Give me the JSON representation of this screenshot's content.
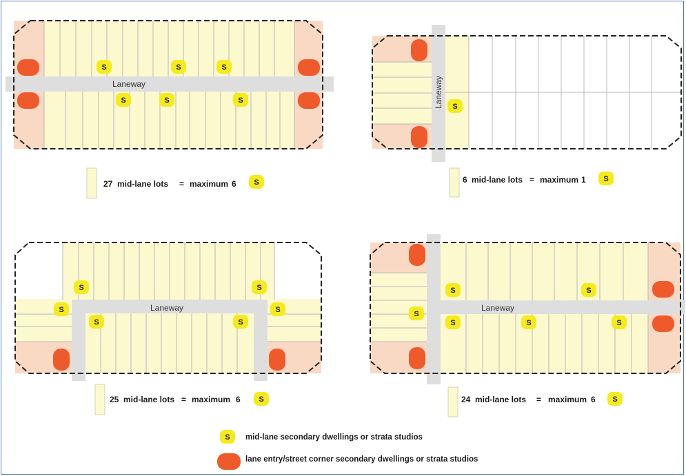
{
  "lane_label": "Laneway",
  "s_marker": "S",
  "blocks": [
    {
      "caption_count": "27",
      "caption_text": "mid-lane lots",
      "caption_equals": "=",
      "caption_max_text": "maximum",
      "caption_max": "6"
    },
    {
      "caption_count": "6",
      "caption_text": "mid-lane lots",
      "caption_equals": "=",
      "caption_max_text": "maximum",
      "caption_max": "1"
    },
    {
      "caption_count": "25",
      "caption_text": "mid-lane lots",
      "caption_equals": "=",
      "caption_max_text": "maximum",
      "caption_max": "6"
    },
    {
      "caption_count": "24",
      "caption_text": "mid-lane lots",
      "caption_equals": "=",
      "caption_max_text": "maximum",
      "caption_max": "6"
    }
  ],
  "legend": {
    "mid_lane": "mid-lane secondary dwellings or strata studios",
    "corner": "lane entry/street corner secondary dwellings or strata studios"
  },
  "colors": {
    "lot_fill": "#fdf9cf",
    "corner_fill": "#fad9c4",
    "lane_fill": "#dedede",
    "yellow_marker": "#f5ea1f",
    "orange_marker": "#ee5a2c",
    "frame_border": "#4a79b5"
  }
}
